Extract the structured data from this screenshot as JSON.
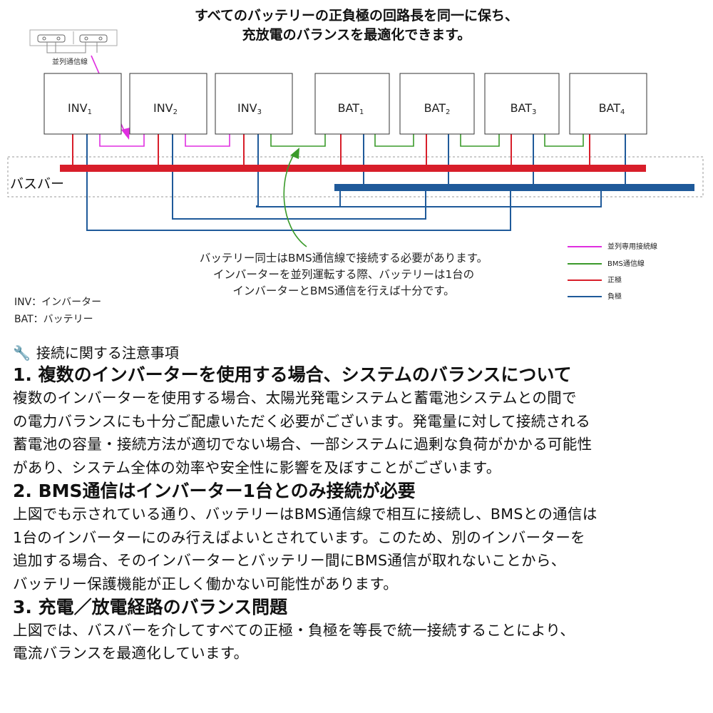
{
  "header": {
    "line1": "すべてのバッテリーの正負極の回路長を同一に保ち、",
    "line2": "充放電のバランスを最適化できます。"
  },
  "diagram": {
    "parallel_label": "並列通信線",
    "busbar_label": "バスバー",
    "devices": [
      "INV",
      "INV",
      "INV",
      "BAT",
      "BAT",
      "BAT",
      "BAT"
    ],
    "subscripts": [
      "1",
      "2",
      "3",
      "1",
      "2",
      "3",
      "4"
    ],
    "note_lines": [
      "バッテリー同士はBMS通信線で接続する必要があります。",
      "インバーターを並列運転する際、バッテリーは1台の",
      "インバーターとBMS通信を行えば十分です。"
    ],
    "legend": [
      {
        "label": "並列専用接続線",
        "color": "#e02ee0"
      },
      {
        "label": "BMS通信線",
        "color": "#3a9a2a"
      },
      {
        "label": "正極",
        "color": "#d81e2a"
      },
      {
        "label": "負極",
        "color": "#1f5a9a"
      }
    ],
    "abbreviations": [
      "INV：インバーター",
      "BAT：バッテリー"
    ]
  },
  "notes": {
    "icon": "wrench-icon",
    "title": "接続に関する注意事項",
    "sections": [
      {
        "heading": "1. 複数のインバーターを使用する場合、システムのバランスについて",
        "lines": [
          "複数のインバーターを使用する場合、太陽光発電システムと蓄電池システムとの間で",
          "の電力バランスにも十分ご配慮いただく必要がございます。発電量に対して接続される",
          "蓄電池の容量・接続方法が適切でない場合、一部システムに過剰な負荷がかかる可能性",
          "があり、システム全体の効率や安全性に影響を及ぼすことがございます。"
        ]
      },
      {
        "heading": "2. BMS通信はインバーター1台とのみ接続が必要",
        "lines": [
          "上図でも示されている通り、バッテリーはBMS通信線で相互に接続し、BMSとの通信は",
          "1台のインバーターにのみ行えばよいとされています。このため、別のインバーターを",
          "追加する場合、そのインバーターとバッテリー間にBMS通信が取れないことから、",
          "バッテリー保護機能が正しく働かない可能性があります。"
        ]
      },
      {
        "heading": "3. 充電／放電経路のバランス問題",
        "lines": [
          "上図では、バスバーを介してすべての正極・負極を等長で統一接続することにより、",
          "電流バランスを最適化しています。"
        ]
      }
    ]
  }
}
